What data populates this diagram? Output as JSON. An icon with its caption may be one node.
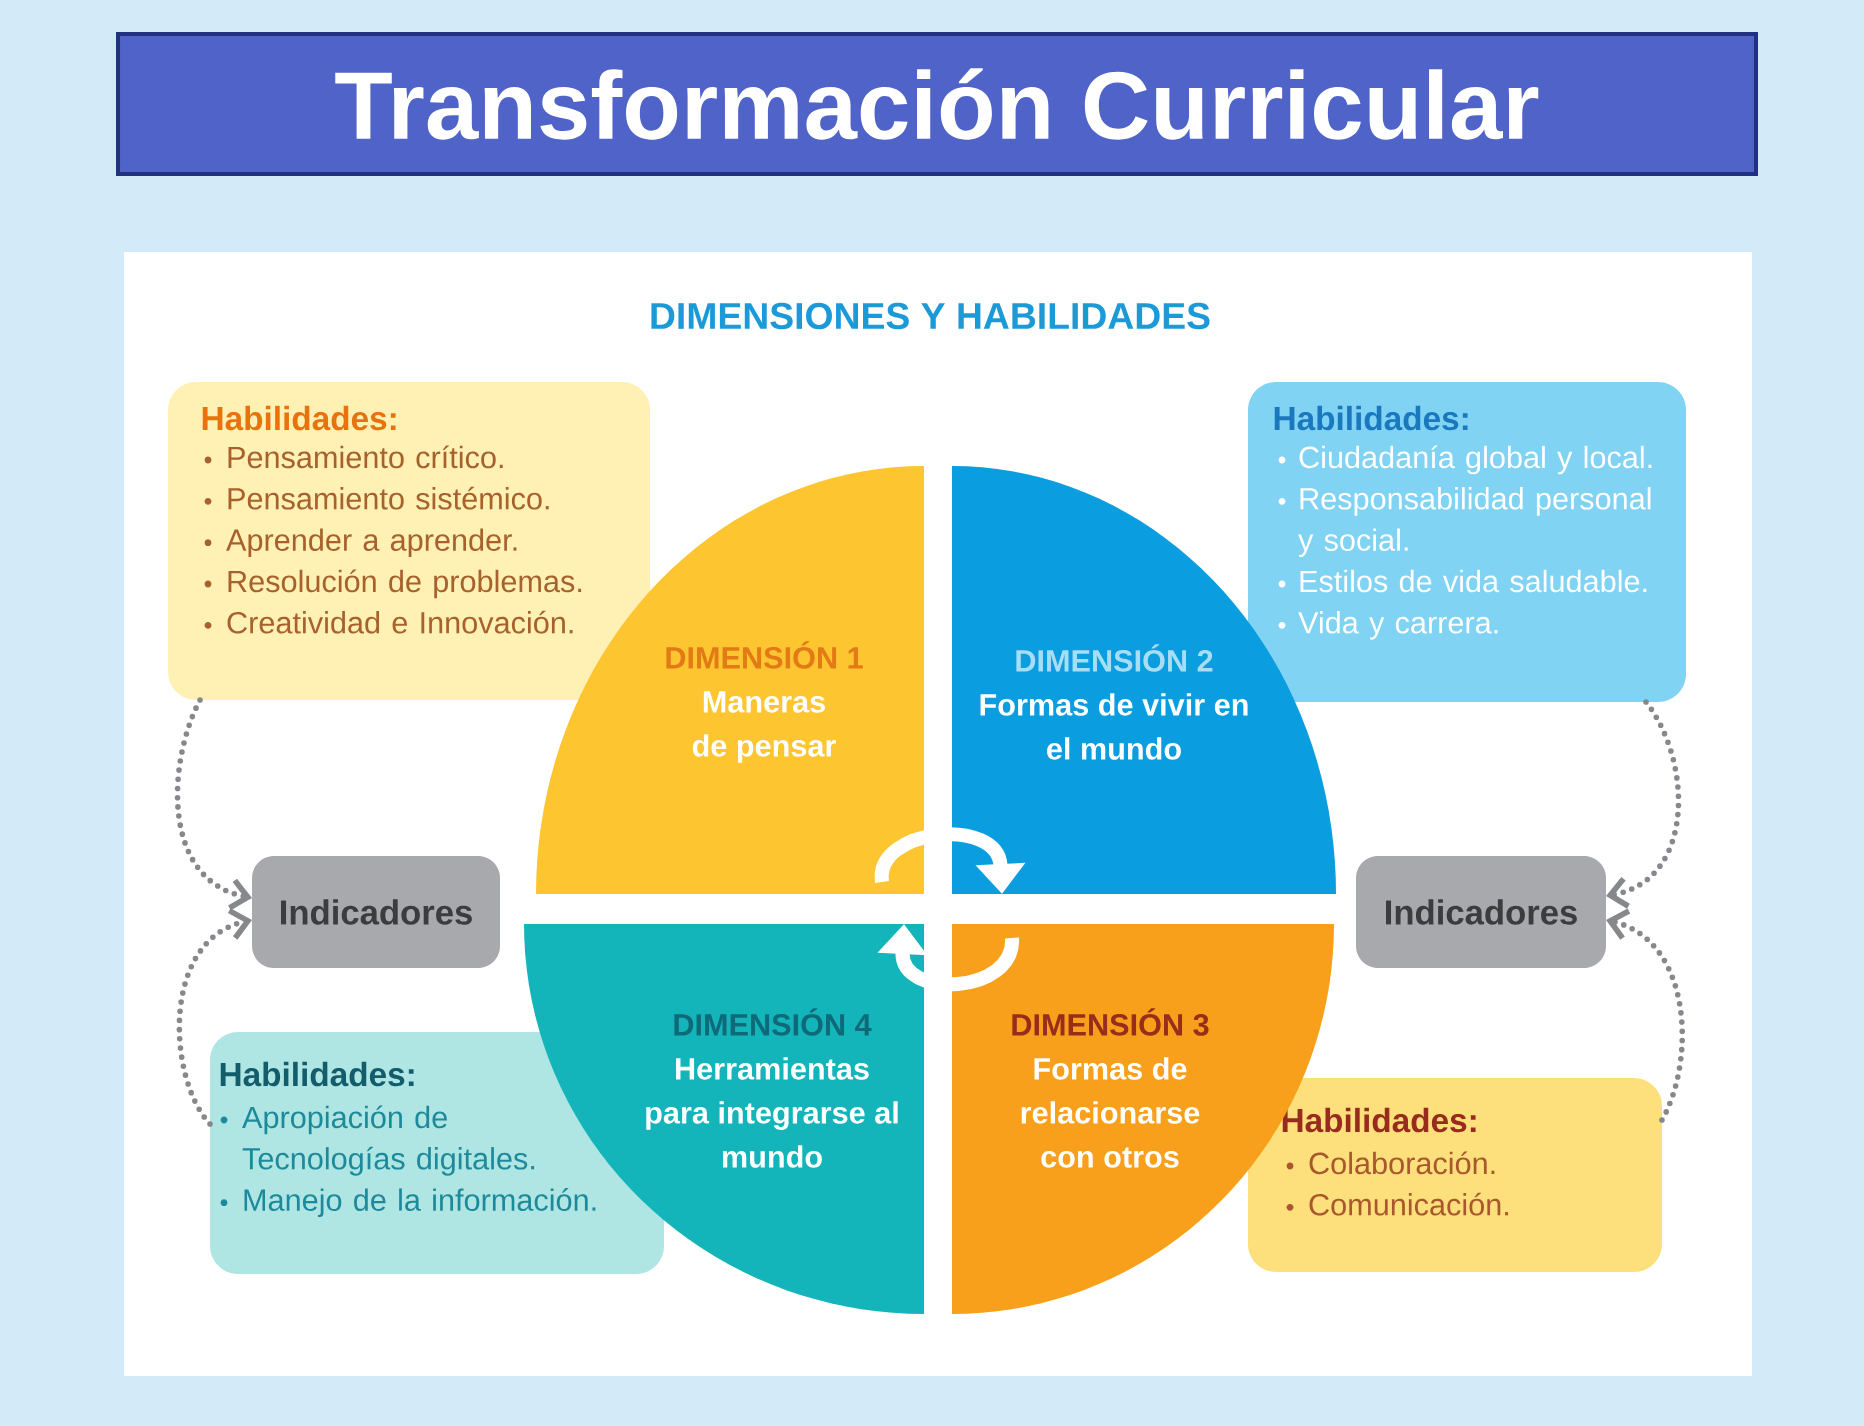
{
  "diagram": {
    "title": "Transformación Curricular",
    "nodes": [
      {
        "text": [
          "Habilidades:",
          "Pensamiento crítico.",
          "Pensamiento sistémico.",
          "Aprender a aprender.",
          "Resolución de problemas.",
          "Creatividad e Innovación."
        ]
      },
      {
        "text": [
          "Habilidades:",
          "Ciudadanía global y local.",
          "Responsabilidad personal y social.",
          "Estilos de vida saludable.",
          "Vida y carrera."
        ]
      },
      {
        "text": [
          "DIMENSIÓN 1",
          "Maneras de pensar"
        ]
      },
      {
        "text": [
          "DIMENSIÓN 2",
          "Formas de vivir en el mundo"
        ]
      },
      {
        "text": [
          "Indicadores"
        ]
      },
      {
        "text": [
          "Indicadores"
        ]
      },
      {
        "text": [
          "DIMENSIÓN 4",
          "Herramientas para integrarse al mundo"
        ]
      },
      {
        "text": [
          "DIMENSIÓN 3",
          "Formas de relacionarse con otros"
        ]
      },
      {
        "text": [
          "Habilidades:",
          "Apropiación de Tecnologías digitales.",
          "Manejo de la información."
        ]
      },
      {
        "text": [
          "Habilidades:",
          "Colaboración.",
          "Comunicación."
        ]
      }
    ],
    "edges": [
      {
        "from": 0,
        "to": 4,
        "arrow": "to",
        "style": "dashed"
      },
      {
        "from": 8,
        "to": 4,
        "arrow": "to",
        "style": "dashed"
      },
      {
        "from": 1,
        "to": 5,
        "arrow": "to",
        "style": "dashed"
      },
      {
        "from": 9,
        "to": 5,
        "arrow": "to",
        "style": "dashed"
      },
      {
        "from": 2,
        "to": 3,
        "arrow": "to",
        "style": "thick",
        "color": "#ffffff"
      },
      {
        "from": 7,
        "to": 6,
        "arrow": "to",
        "style": "thick",
        "color": "#ffffff"
      }
    ],
    "labels": [
      "DIMENSIONES Y HABILIDADES"
    ]
  }
}
